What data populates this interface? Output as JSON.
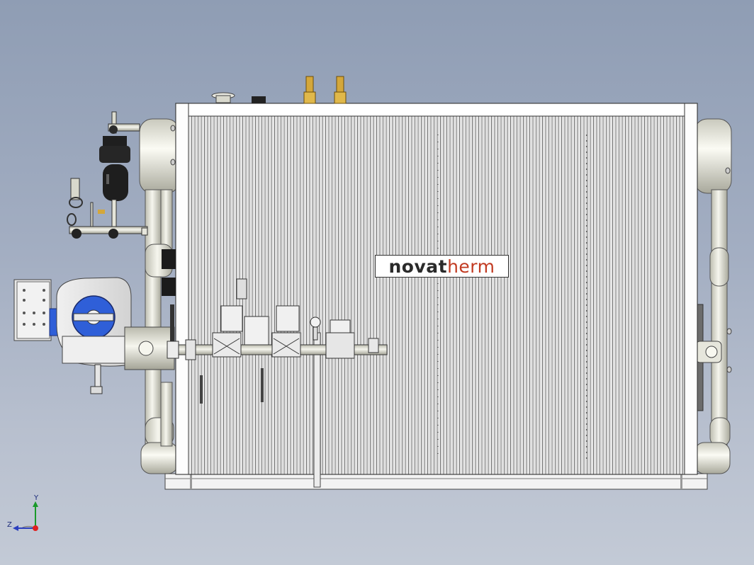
{
  "logo": {
    "brand_part1": "novat",
    "brand_part2": "herm",
    "flame_icon": "flame-icon"
  },
  "triad": {
    "x_label": "",
    "y_label": "Y",
    "z_label": "Z"
  },
  "colors": {
    "background_top": "#8f9db4",
    "background_bottom": "#c3cad6",
    "burner_accent": "#2f5fd8",
    "brand_dark": "#2a2a2a",
    "brand_accent": "#c23b22",
    "valve_brass": "#d4a73a"
  }
}
